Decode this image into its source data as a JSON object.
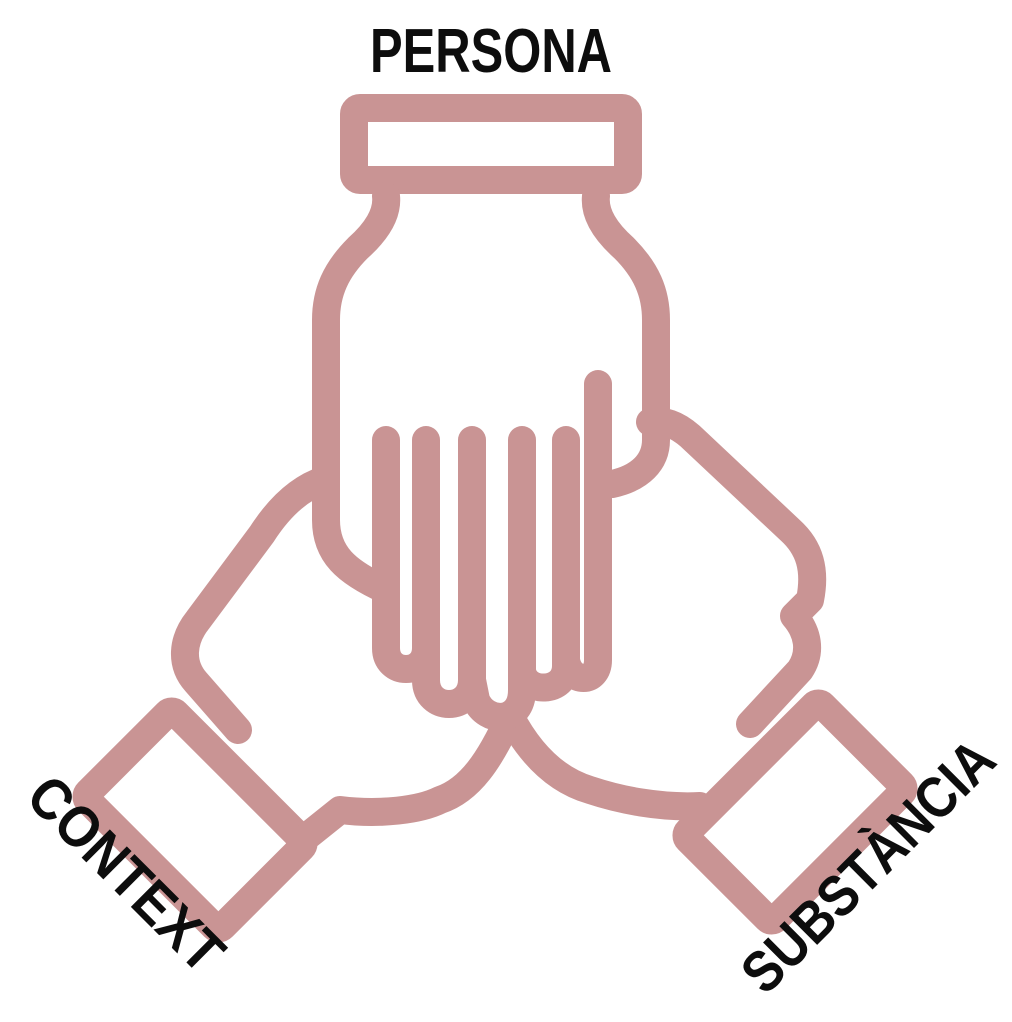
{
  "labels": {
    "top": "PERSONA",
    "left": "CONTEXT",
    "right": "SUBSTÀNCIA"
  },
  "colors": {
    "stroke": "#c99494",
    "text": "#0d0d0d",
    "background": "#ffffff"
  },
  "icon": "three-hands-stacked-icon"
}
